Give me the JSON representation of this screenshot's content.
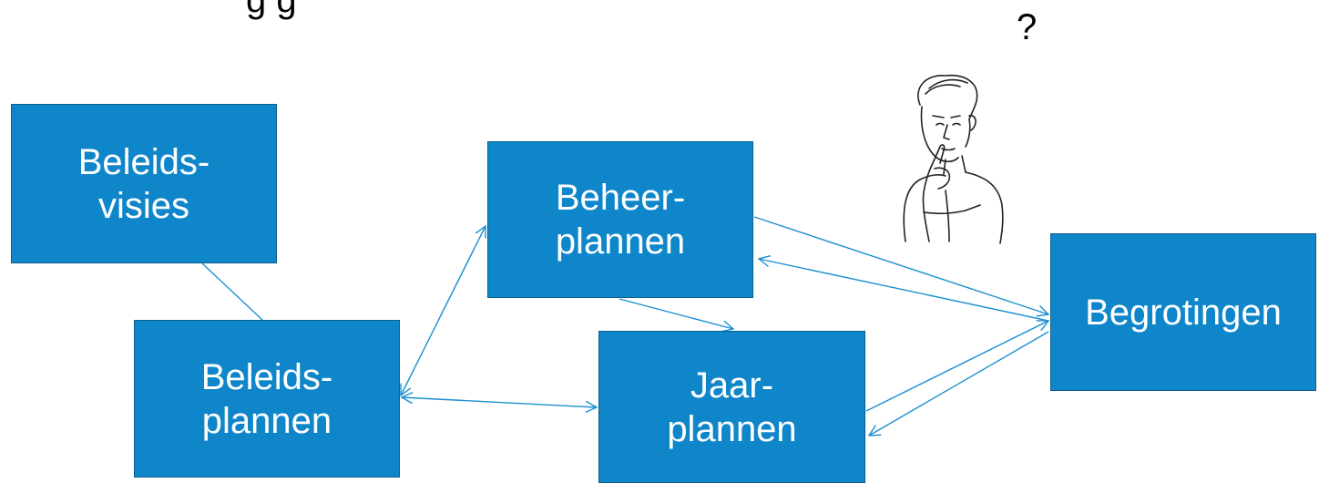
{
  "header": {
    "title_partial": "g                                    g",
    "question_mark": "?"
  },
  "nodes": [
    {
      "id": "beleidsvisies",
      "label": "Beleids-\nvisies"
    },
    {
      "id": "beleidsplannen",
      "label": "Beleids-\nplannen"
    },
    {
      "id": "beheerplannen",
      "label": "Beheer-\nplannen"
    },
    {
      "id": "jaarplannen",
      "label": "Jaar-\nplannen"
    },
    {
      "id": "begrotingen",
      "label": "Begrotingen"
    }
  ],
  "illustration": {
    "icon": "thinking-person-icon"
  },
  "colors": {
    "box_fill": "#0f86c9",
    "connector": "#1a8fd0",
    "text": "#ffffff"
  }
}
